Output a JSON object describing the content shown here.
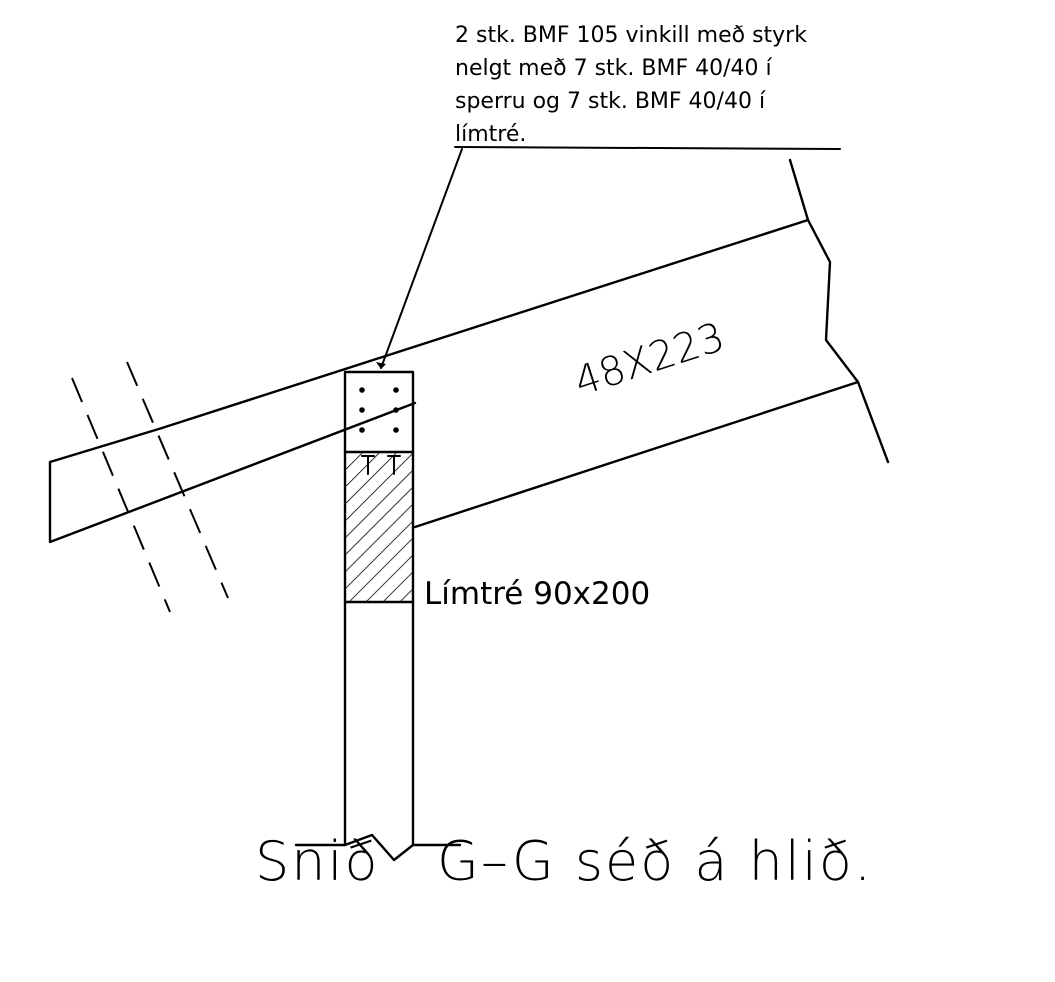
{
  "annotation": {
    "lines": [
      "2 stk. BMF 105 vinkill með styrk",
      "nelgt með 7 stk. BMF 40/40 í",
      "sperru og 7 stk. BMF 40/40 í",
      "límtré."
    ]
  },
  "rafter_label": "48X223",
  "post_label": "Límtré 90x200",
  "title": "Snið   G–G séð á hlið."
}
